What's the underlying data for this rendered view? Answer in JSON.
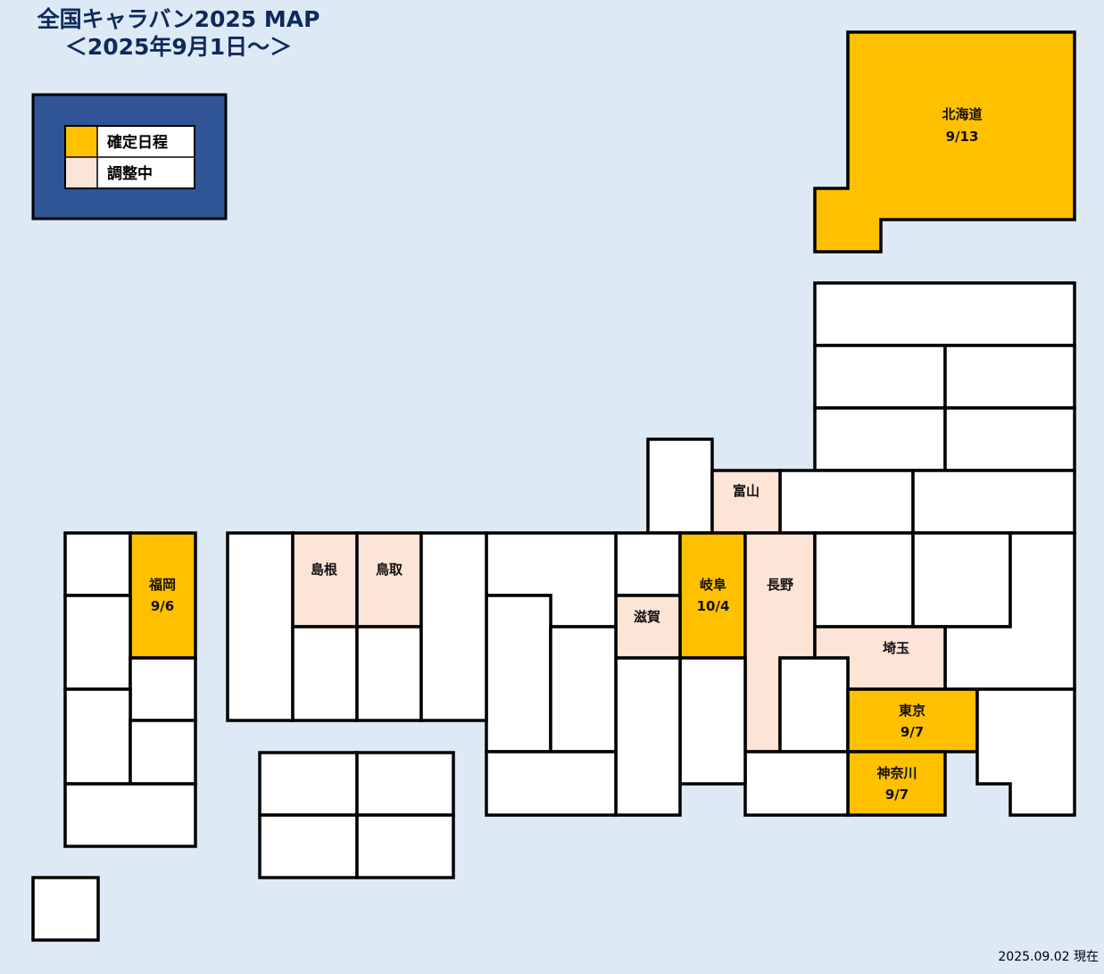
{
  "title": {
    "line1": "全国キャラバン2025 MAP",
    "line2": "＜2025年9月1日～＞"
  },
  "legend": {
    "items": [
      {
        "label": "確定日程",
        "color": "#ffc000"
      },
      {
        "label": "調整中",
        "color": "#fce4d6"
      }
    ]
  },
  "prefectures": {
    "hokkaido": {
      "name": "北海道",
      "date": "9/13",
      "status": "確定日程"
    },
    "toyama": {
      "name": "富山",
      "status": "調整中"
    },
    "gifu": {
      "name": "岐阜",
      "date": "10/4",
      "status": "確定日程"
    },
    "nagano": {
      "name": "長野",
      "status": "調整中"
    },
    "shiga": {
      "name": "滋賀",
      "status": "調整中"
    },
    "saitama": {
      "name": "埼玉",
      "status": "調整中"
    },
    "tokyo": {
      "name": "東京",
      "date": "9/7",
      "status": "確定日程"
    },
    "kanagawa": {
      "name": "神奈川",
      "date": "9/7",
      "status": "確定日程"
    },
    "shimane": {
      "name": "島根",
      "status": "調整中"
    },
    "tottori": {
      "name": "鳥取",
      "status": "調整中"
    },
    "fukuoka": {
      "name": "福岡",
      "date": "9/6",
      "status": "確定日程"
    }
  },
  "footer": {
    "as_of": "2025.09.02 現在"
  },
  "colors": {
    "background": "#dde9f5",
    "confirmed": "#ffc000",
    "pending": "#fce4d6",
    "legend_bg": "#2f5597",
    "title": "#0f2a5a"
  }
}
